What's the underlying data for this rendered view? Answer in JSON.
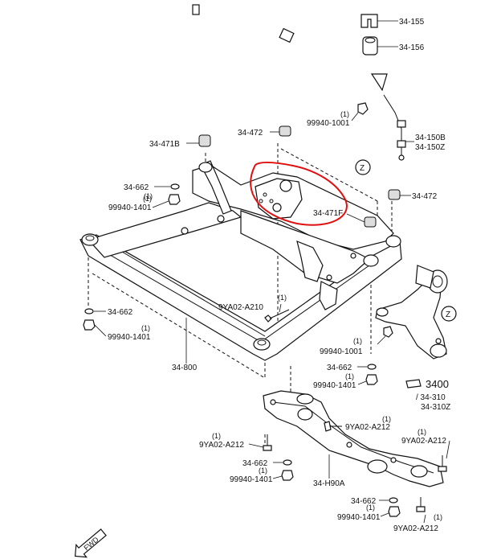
{
  "labels": {
    "p_34_155": "34-155",
    "p_34_156": "34-156",
    "p_34_472_top": "34-472",
    "p_34_471b": "34-471B",
    "p_99940_1001_top": "99940-1001",
    "p_34_150b": "34-150B",
    "p_34_150z": "34-150Z",
    "p_34_662_a": "34-662",
    "p_99940_1401_a": "99940-1401",
    "p_34_471f": "34-471F",
    "p_34_472_right": "34-472",
    "p_9ya02_a210": "9YA02-A210",
    "p_34_662_b": "34-662",
    "p_99940_1401_b": "99940-1401",
    "p_34_800": "34-800",
    "p_99940_1001_mid": "99940-1001",
    "p_34_662_c": "34-662",
    "p_99940_1401_c": "99940-1401",
    "p_3400": "3400",
    "p_34_310": "/ 34-310",
    "p_34_310z": "34-310Z",
    "p_9ya02_a212_a": "9YA02-A212",
    "p_9ya02_a212_b": "9YA02-A212",
    "p_9ya02_a212_c": "9YA02-A212",
    "p_34_662_d": "34-662",
    "p_99940_1401_d": "99940-1401",
    "p_34_h90a": "34-H90A",
    "p_34_662_e": "34-662",
    "p_99940_1401_e": "99940-1401",
    "p_9ya02_a212_d": "9YA02-A212",
    "qty": "(1)",
    "ref_z": "Z",
    "fwd": "FWD"
  },
  "colors": {
    "line": "#111111",
    "highlight": "#e01010",
    "background": "#ffffff"
  }
}
